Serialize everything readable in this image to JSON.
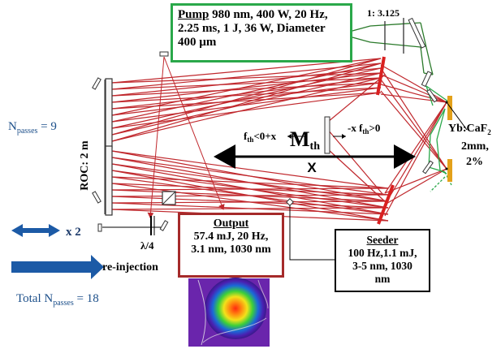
{
  "pump": {
    "title": "Pump",
    "line1": " 980 nm, 400 W, 20 Hz,",
    "line2": "2.25 ms, 1 J, 36 W,  Diameter",
    "line3": "400 µm"
  },
  "telescope_ratio": "1: 3.125",
  "n_passes": {
    "base": "N",
    "sub": "passes",
    "value": " = 9"
  },
  "roc": "ROC: 2 m",
  "threshold": {
    "left": "f",
    "left_sub": "th",
    "left_rest": "<0+x",
    "mirror": "M",
    "mirror_sub": "th",
    "right_pre": "-x f",
    "right_sub": "th",
    "right_rest": ">0",
    "x_mark": "X"
  },
  "crystal": {
    "line1_base": "Yb:CaF",
    "line1_sub": "2",
    "line2": "2mm,",
    "line3": "2%"
  },
  "x2_label": "x 2",
  "lambda4": "λ/4",
  "reinjection": "re-injection",
  "output": {
    "title": "Output",
    "line1": "57.4 mJ, 20 Hz,",
    "line2": "3.1 nm, 1030 nm"
  },
  "seeder": {
    "title": "Seeder",
    "line1": "100  Hz,1.1  mJ,",
    "line2": "3-5 nm, 1030",
    "line3": "nm"
  },
  "total_passes": {
    "base": "Total N",
    "sub": "passes",
    "value": " = 18"
  },
  "colors": {
    "beam": "#c0282d",
    "pump_green": "#2aa84a",
    "crystal_orange": "#e3a11a",
    "arrow_blue": "#1c5aa6",
    "text_blue": "#1c4f8a",
    "output_border": "#a52a2a"
  },
  "beam_profile_image": "laser-beam-profile-image"
}
